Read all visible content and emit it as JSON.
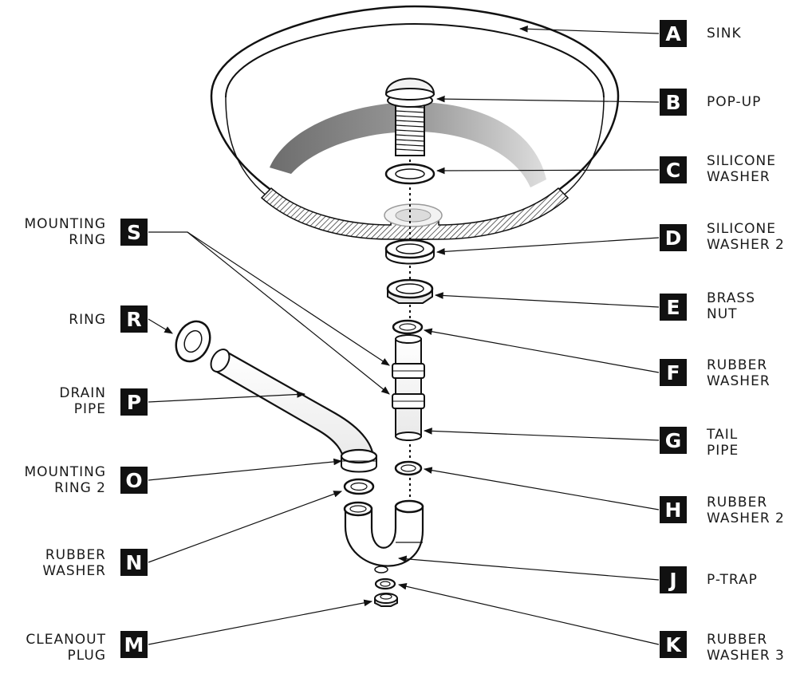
{
  "callouts": {
    "A": {
      "letter": "A",
      "text": "SINK"
    },
    "B": {
      "letter": "B",
      "text": "POP-UP"
    },
    "C": {
      "letter": "C",
      "text": "SILICONE\nWASHER"
    },
    "D": {
      "letter": "D",
      "text": "SILICONE\nWASHER 2"
    },
    "E": {
      "letter": "E",
      "text": "BRASS\nNUT"
    },
    "F": {
      "letter": "F",
      "text": "RUBBER\nWASHER"
    },
    "G": {
      "letter": "G",
      "text": "TAIL\nPIPE"
    },
    "H": {
      "letter": "H",
      "text": "RUBBER\nWASHER 2"
    },
    "J": {
      "letter": "J",
      "text": "P-TRAP"
    },
    "K": {
      "letter": "K",
      "text": "RUBBER\nWASHER 3"
    },
    "S": {
      "letter": "S",
      "text": "MOUNTING\nRING"
    },
    "R": {
      "letter": "R",
      "text": "RING"
    },
    "P": {
      "letter": "P",
      "text": "DRAIN\nPIPE"
    },
    "O": {
      "letter": "O",
      "text": "MOUNTING\nRING 2"
    },
    "N": {
      "letter": "N",
      "text": "RUBBER\nWASHER"
    },
    "M": {
      "letter": "M",
      "text": "CLEANOUT\nPLUG"
    }
  }
}
